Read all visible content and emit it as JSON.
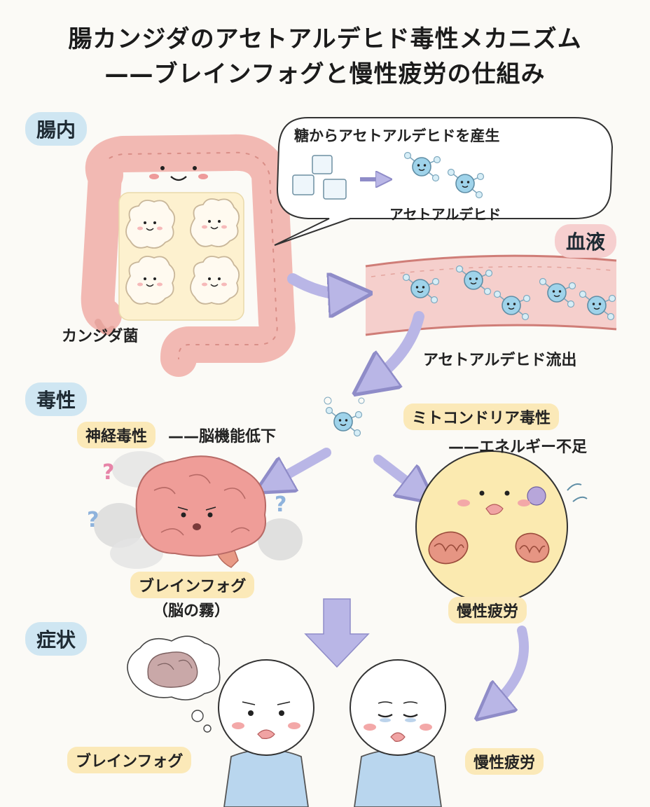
{
  "title": {
    "line1": "腸カンジダのアセトアルデヒド毒性メカニズム",
    "line2": "——ブレインフォグと慢性疲労の仕組み"
  },
  "sections": {
    "gut": "腸内",
    "blood": "血液",
    "toxicity": "毒性",
    "symptoms": "症状"
  },
  "labels": {
    "candida": "カンジダ菌",
    "speech_bubble_title": "糖からアセトアルデヒドを産生",
    "speech_bubble_molecule": "アセトアルデヒド",
    "blood_outflow": "アセトアルデヒド流出",
    "neurotoxicity": "神経毒性",
    "neuro_effect": "——脳機能低下",
    "mito_toxicity": "ミトコンドリア毒性",
    "mito_effect": "——エネルギー不足",
    "brain_fog": "ブレインフォグ",
    "brain_fog_sub": "（脳の霧）",
    "chronic_fatigue": "慢性疲労",
    "symptom_brain_fog": "ブレインフォグ",
    "symptom_fatigue": "慢性疲労"
  },
  "colors": {
    "intestine": "#f2b9b3",
    "blood_vessel": "#f5cfcc",
    "molecule": "#9fd3ea",
    "arrow": "#b9b6e6",
    "highlight": "#fbe9b8",
    "section_blue": "#cfe6f2",
    "section_red": "#f6cfcf",
    "brain": "#ef9d98",
    "cell": "#fbeab0",
    "mitochondria": "#e69583"
  }
}
